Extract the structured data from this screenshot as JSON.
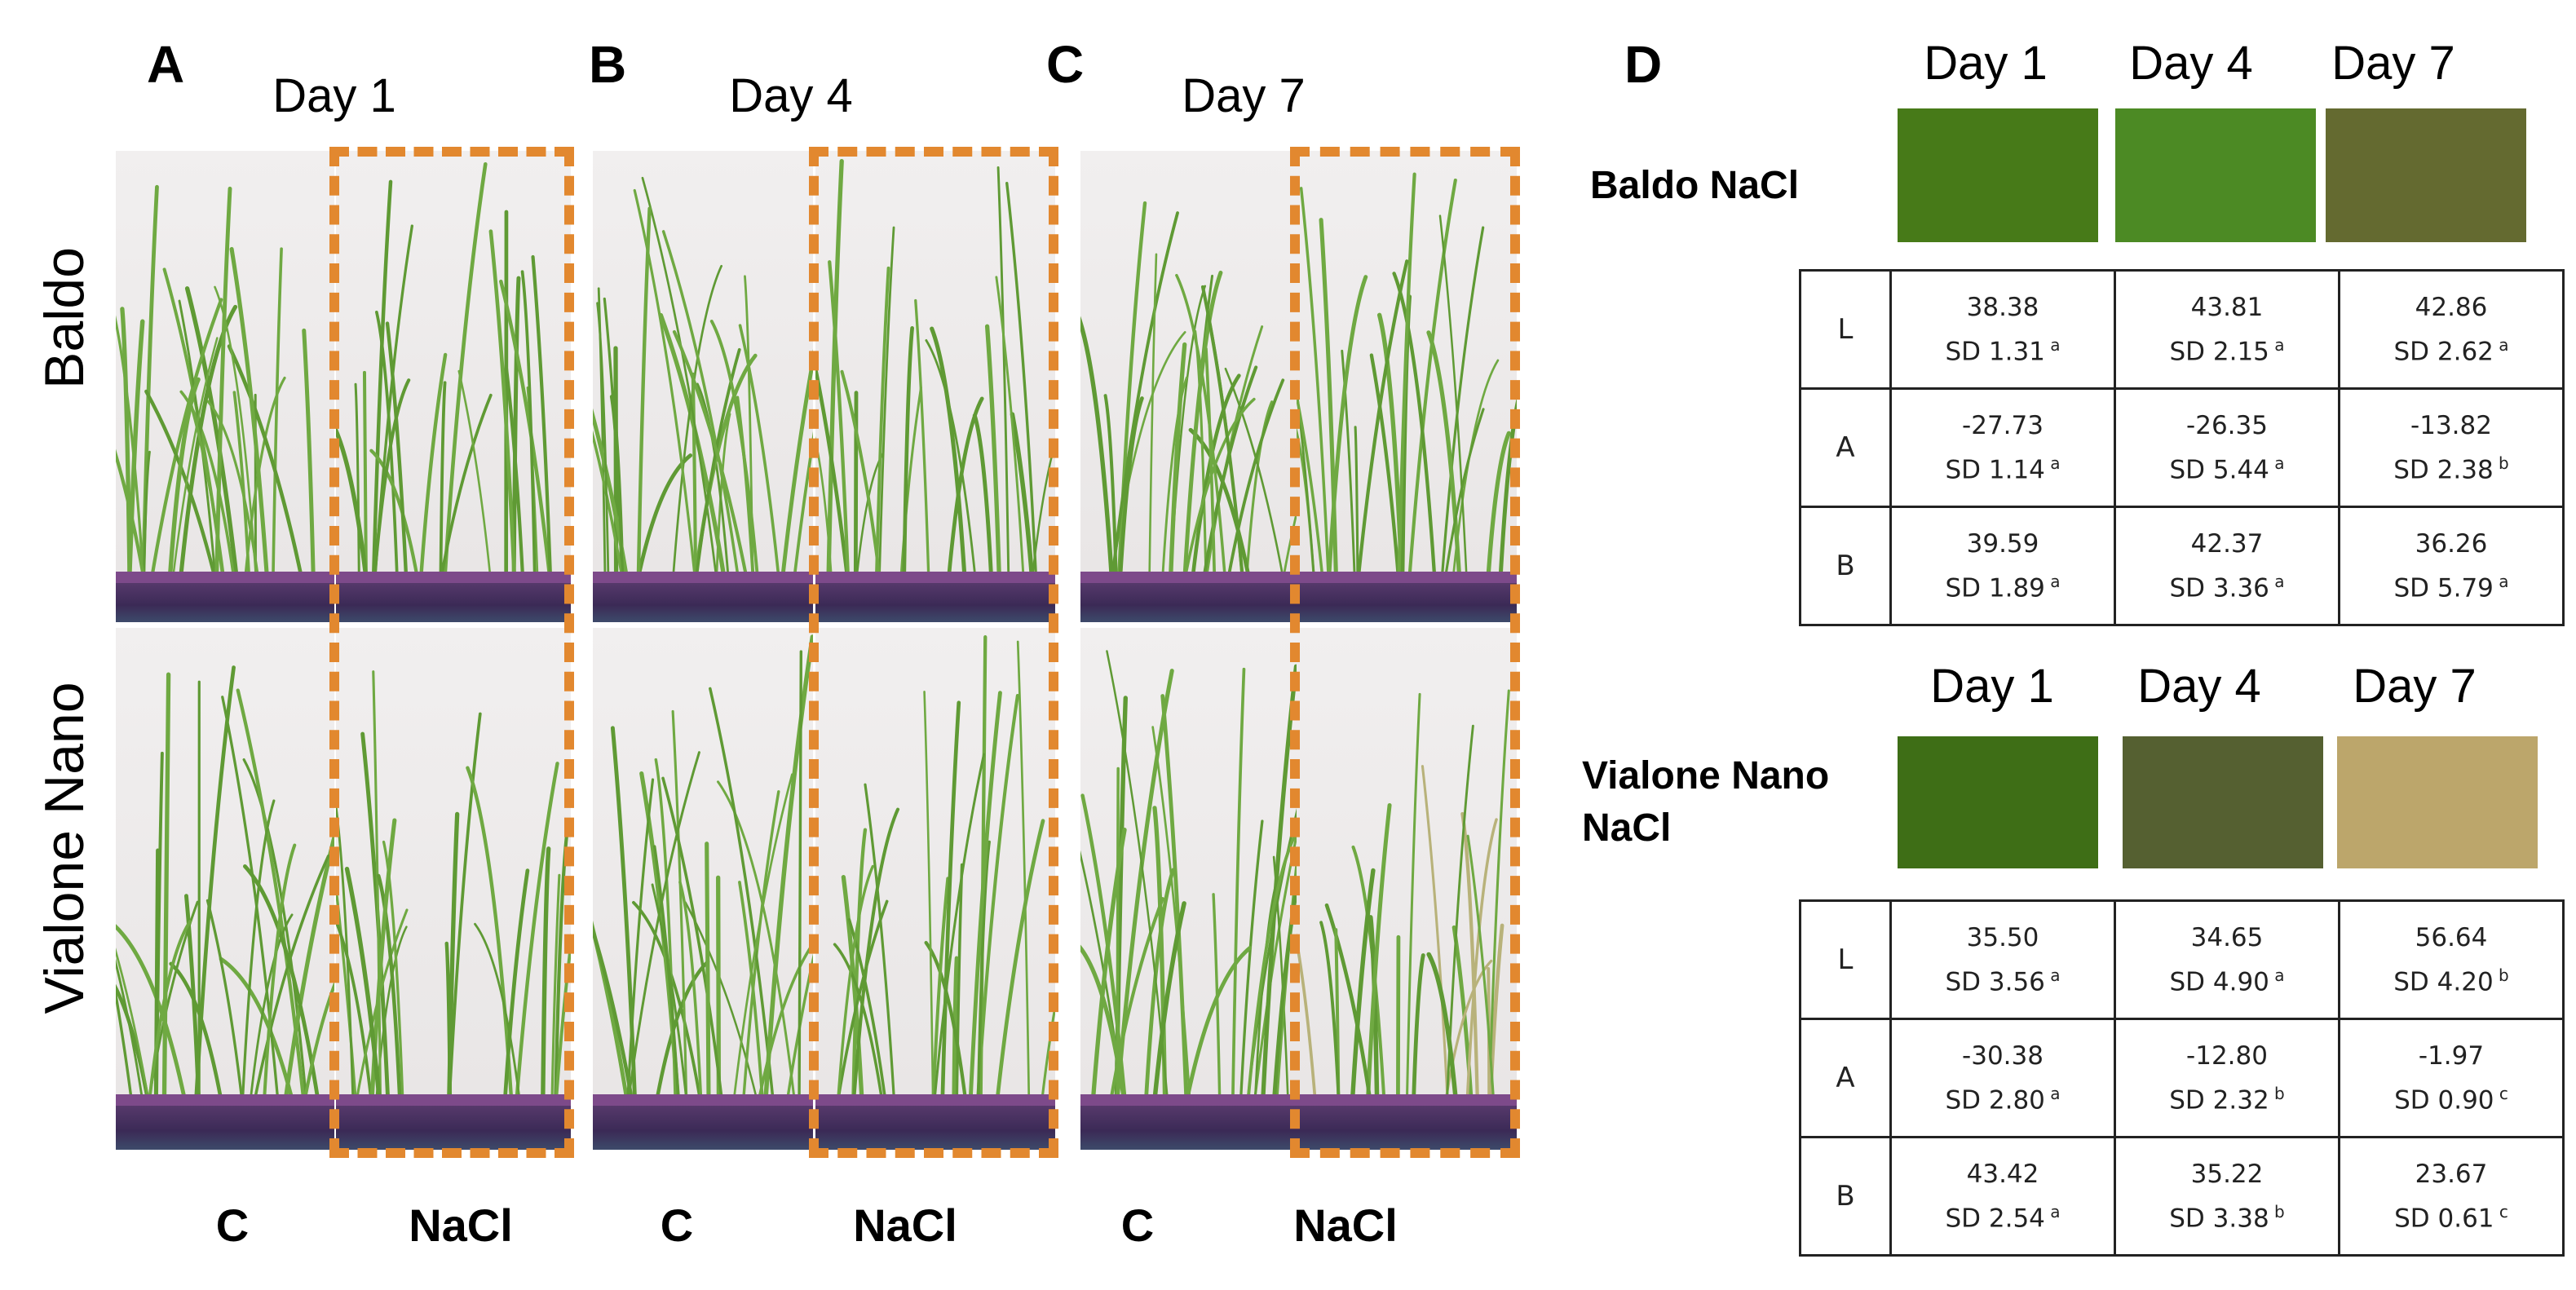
{
  "left": {
    "panels": [
      {
        "letter": "A",
        "day": "Day 1"
      },
      {
        "letter": "B",
        "day": "Day 4"
      },
      {
        "letter": "C",
        "day": "Day 7"
      }
    ],
    "rows": [
      "Baldo",
      "Vialone Nano"
    ],
    "treatments": [
      "C",
      "NaCl",
      "C",
      "NaCl",
      "C",
      "NaCl"
    ]
  },
  "right": {
    "letter": "D",
    "cultivars": [
      {
        "label_line1": "Baldo NaCl",
        "label_line2": "",
        "days": [
          "Day 1",
          "Day 4",
          "Day 7"
        ],
        "swatches": [
          "#477a18",
          "#4c8a24",
          "#646a30"
        ],
        "table": [
          {
            "key": "L",
            "cells": [
              {
                "value": "38.38",
                "sd": "SD 1.31",
                "sig": "a"
              },
              {
                "value": "43.81",
                "sd": "SD 2.15",
                "sig": "a"
              },
              {
                "value": "42.86",
                "sd": "SD 2.62",
                "sig": "a"
              }
            ]
          },
          {
            "key": "A",
            "cells": [
              {
                "value": "-27.73",
                "sd": "SD 1.14",
                "sig": "a"
              },
              {
                "value": "-26.35",
                "sd": "SD 5.44",
                "sig": "a"
              },
              {
                "value": "-13.82",
                "sd": "SD 2.38",
                "sig": "b"
              }
            ]
          },
          {
            "key": "B",
            "cells": [
              {
                "value": "39.59",
                "sd": "SD 1.89",
                "sig": "a"
              },
              {
                "value": "42.37",
                "sd": "SD 3.36",
                "sig": "a"
              },
              {
                "value": "36.26",
                "sd": "SD 5.79",
                "sig": "a"
              }
            ]
          }
        ]
      },
      {
        "label_line1": "Vialone Nano",
        "label_line2": "NaCl",
        "days": [
          "Day 1",
          "Day 4",
          "Day 7"
        ],
        "swatches": [
          "#3e6e16",
          "#556031",
          "#bca66b"
        ],
        "table": [
          {
            "key": "L",
            "cells": [
              {
                "value": "35.50",
                "sd": "SD 3.56",
                "sig": "a"
              },
              {
                "value": "34.65",
                "sd": "SD 4.90",
                "sig": "a"
              },
              {
                "value": "56.64",
                "sd": "SD 4.20",
                "sig": "b"
              }
            ]
          },
          {
            "key": "A",
            "cells": [
              {
                "value": "-30.38",
                "sd": "SD 2.80",
                "sig": "a"
              },
              {
                "value": "-12.80",
                "sd": "SD 2.32",
                "sig": "b"
              },
              {
                "value": "-1.97",
                "sd": "SD 0.90",
                "sig": "c"
              }
            ]
          },
          {
            "key": "B",
            "cells": [
              {
                "value": "43.42",
                "sd": "SD 2.54",
                "sig": "a"
              },
              {
                "value": "35.22",
                "sd": "SD 3.38",
                "sig": "b"
              },
              {
                "value": "23.67",
                "sd": "SD 0.61",
                "sig": "c"
              }
            ]
          }
        ]
      }
    ]
  },
  "colors": {
    "nacl_border": "#e2882f",
    "leaf": "#5f9a34",
    "tray": "#3b2a56"
  }
}
